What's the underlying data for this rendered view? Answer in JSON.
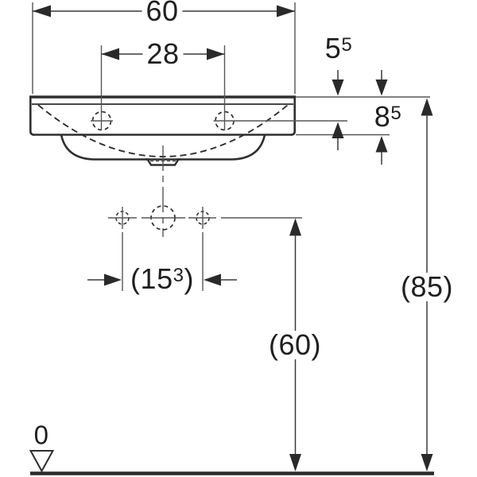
{
  "diagram": {
    "dimensions": {
      "total_width": {
        "label": "60"
      },
      "tap_hole_spacing": {
        "label": "28"
      },
      "rim_to_tap_axis": {
        "main": "5",
        "sup": "5"
      },
      "front_rim_height": {
        "main": "8",
        "sup": "5"
      },
      "fixing_hole_spacing": {
        "prefix": "(15",
        "sup": "3",
        "suffix": ")"
      },
      "fixing_hole_height": {
        "label": "(60)"
      },
      "overall_height": {
        "label": "(85)"
      },
      "datum_level": {
        "label": "0"
      }
    },
    "colors": {
      "outline": "#2f2f2f",
      "thin_line": "#565656",
      "text": "#1f1f1f",
      "background": "#ffffff"
    }
  }
}
